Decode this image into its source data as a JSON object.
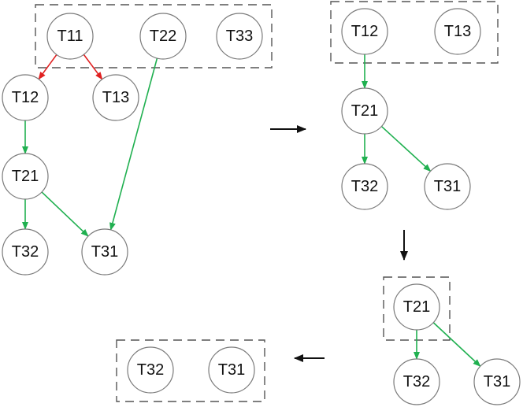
{
  "colors": {
    "red_edge": "#e02020",
    "green_edge": "#20b050",
    "black_arrow": "#111111"
  },
  "nodes": {
    "p1_t11": "T11",
    "p1_t22": "T22",
    "p1_t33": "T33",
    "p1_t12": "T12",
    "p1_t13": "T13",
    "p1_t21": "T21",
    "p1_t32": "T32",
    "p1_t31": "T31",
    "p2_t12": "T12",
    "p2_t13": "T13",
    "p2_t21": "T21",
    "p2_t32": "T32",
    "p2_t31": "T31",
    "p3_t21": "T21",
    "p3_t32": "T32",
    "p3_t31": "T31",
    "p4_t32": "T32",
    "p4_t31": "T31"
  },
  "edges": [
    {
      "from": "p1_t11",
      "to": "p1_t12",
      "color": "red_edge"
    },
    {
      "from": "p1_t11",
      "to": "p1_t13",
      "color": "red_edge"
    },
    {
      "from": "p1_t22",
      "to": "p1_t31",
      "color": "green_edge"
    },
    {
      "from": "p1_t12",
      "to": "p1_t21",
      "color": "green_edge"
    },
    {
      "from": "p1_t21",
      "to": "p1_t32",
      "color": "green_edge"
    },
    {
      "from": "p1_t21",
      "to": "p1_t31",
      "color": "green_edge"
    },
    {
      "from": "p2_t12",
      "to": "p2_t21",
      "color": "green_edge"
    },
    {
      "from": "p2_t21",
      "to": "p2_t32",
      "color": "green_edge"
    },
    {
      "from": "p2_t21",
      "to": "p2_t31",
      "color": "green_edge"
    },
    {
      "from": "p3_t21",
      "to": "p3_t32",
      "color": "green_edge"
    },
    {
      "from": "p3_t21",
      "to": "p3_t31",
      "color": "green_edge"
    }
  ]
}
